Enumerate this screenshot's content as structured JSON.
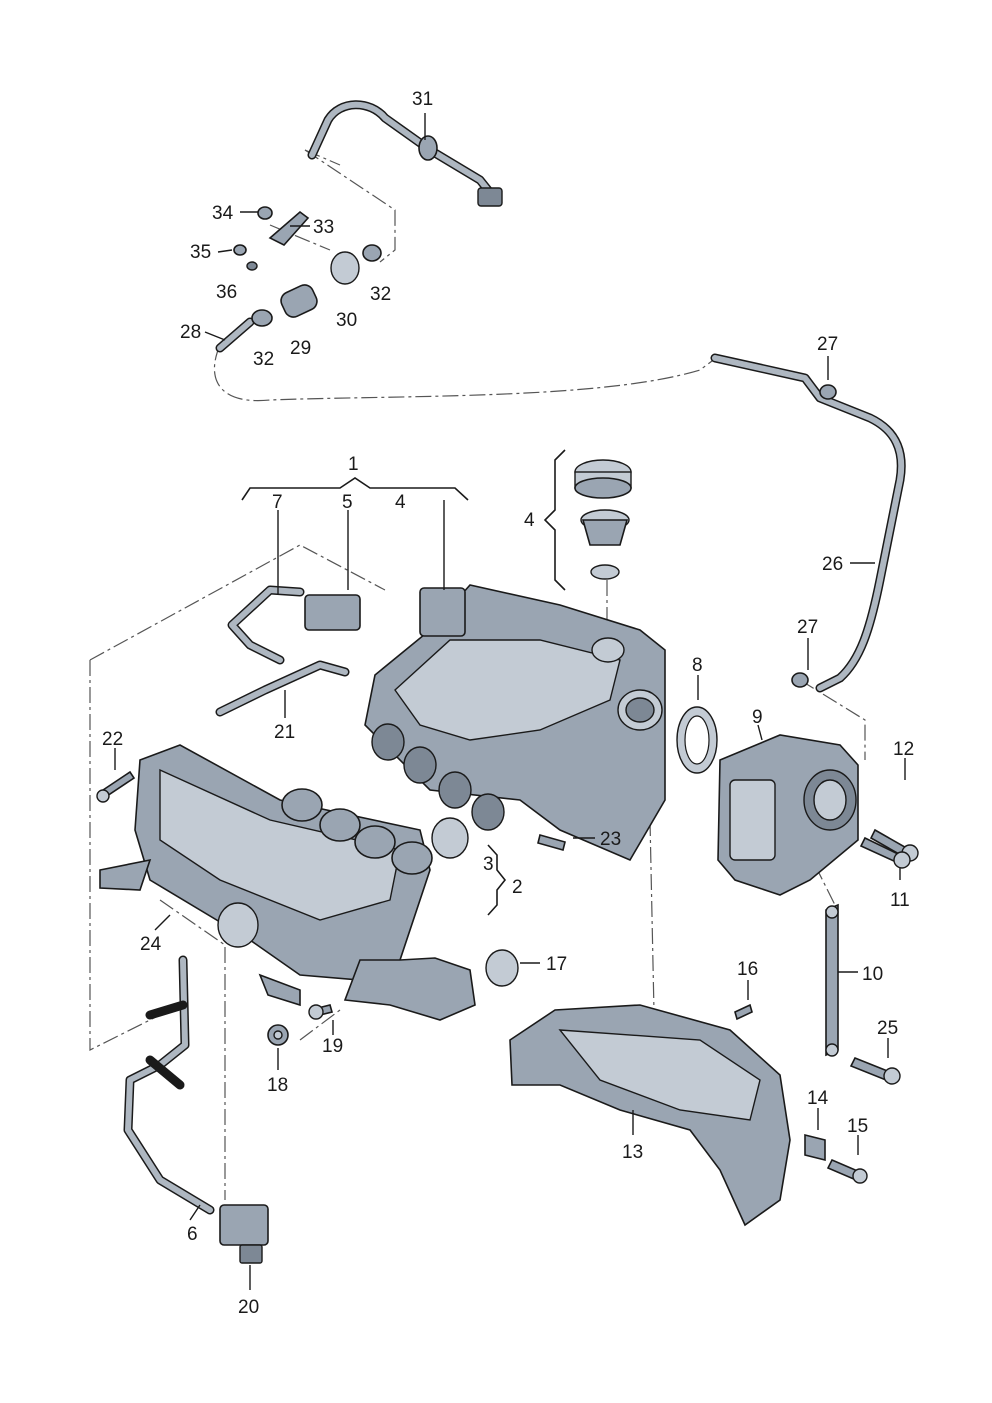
{
  "callouts": {
    "c1": "1",
    "c2": "2",
    "c3": "3",
    "c4a": "4",
    "c4b": "4",
    "c5": "5",
    "c6": "6",
    "c7": "7",
    "c8": "8",
    "c9": "9",
    "c10": "10",
    "c11": "11",
    "c12": "12",
    "c13": "13",
    "c14": "14",
    "c15": "15",
    "c16": "16",
    "c17": "17",
    "c18": "18",
    "c19": "19",
    "c20": "20",
    "c21": "21",
    "c22": "22",
    "c23": "23",
    "c24": "24",
    "c25": "25",
    "c26": "26",
    "c27a": "27",
    "c27b": "27",
    "c28": "28",
    "c29": "29",
    "c30": "30",
    "c31": "31",
    "c32a": "32",
    "c32b": "32",
    "c33": "33",
    "c34": "34",
    "c35": "35",
    "c36": "36"
  },
  "colors": {
    "part_fill": "#9aa5b2",
    "part_light": "#c3cbd4",
    "outline": "#1a1a1a",
    "background": "#ffffff"
  }
}
